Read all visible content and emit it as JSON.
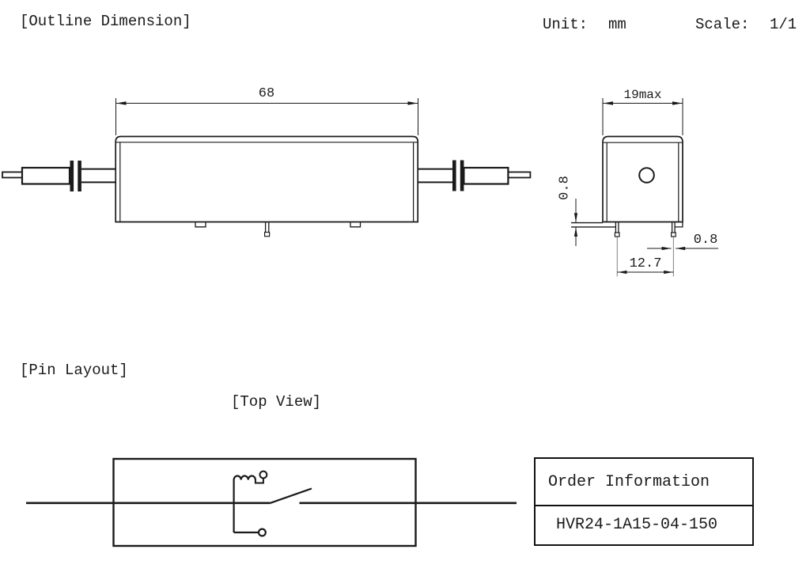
{
  "header": {
    "title": "[Outline Dimension]",
    "unit_label": "Unit:",
    "unit_value": "mm",
    "scale_label": "Scale:",
    "scale_value": "1/1"
  },
  "outline_dimensions": {
    "body_length": "68",
    "body_width": "19max",
    "lead_thickness": "0.8",
    "pin_width": "0.8",
    "pin_pitch": "12.7"
  },
  "pin_layout": {
    "title": "[Pin Layout]",
    "view_label": "[Top View]"
  },
  "order_info": {
    "header": "Order Information",
    "part_number": "HVR24-1A15-04-150"
  },
  "colors": {
    "ink": "#1a1a1a",
    "background": "#ffffff"
  }
}
